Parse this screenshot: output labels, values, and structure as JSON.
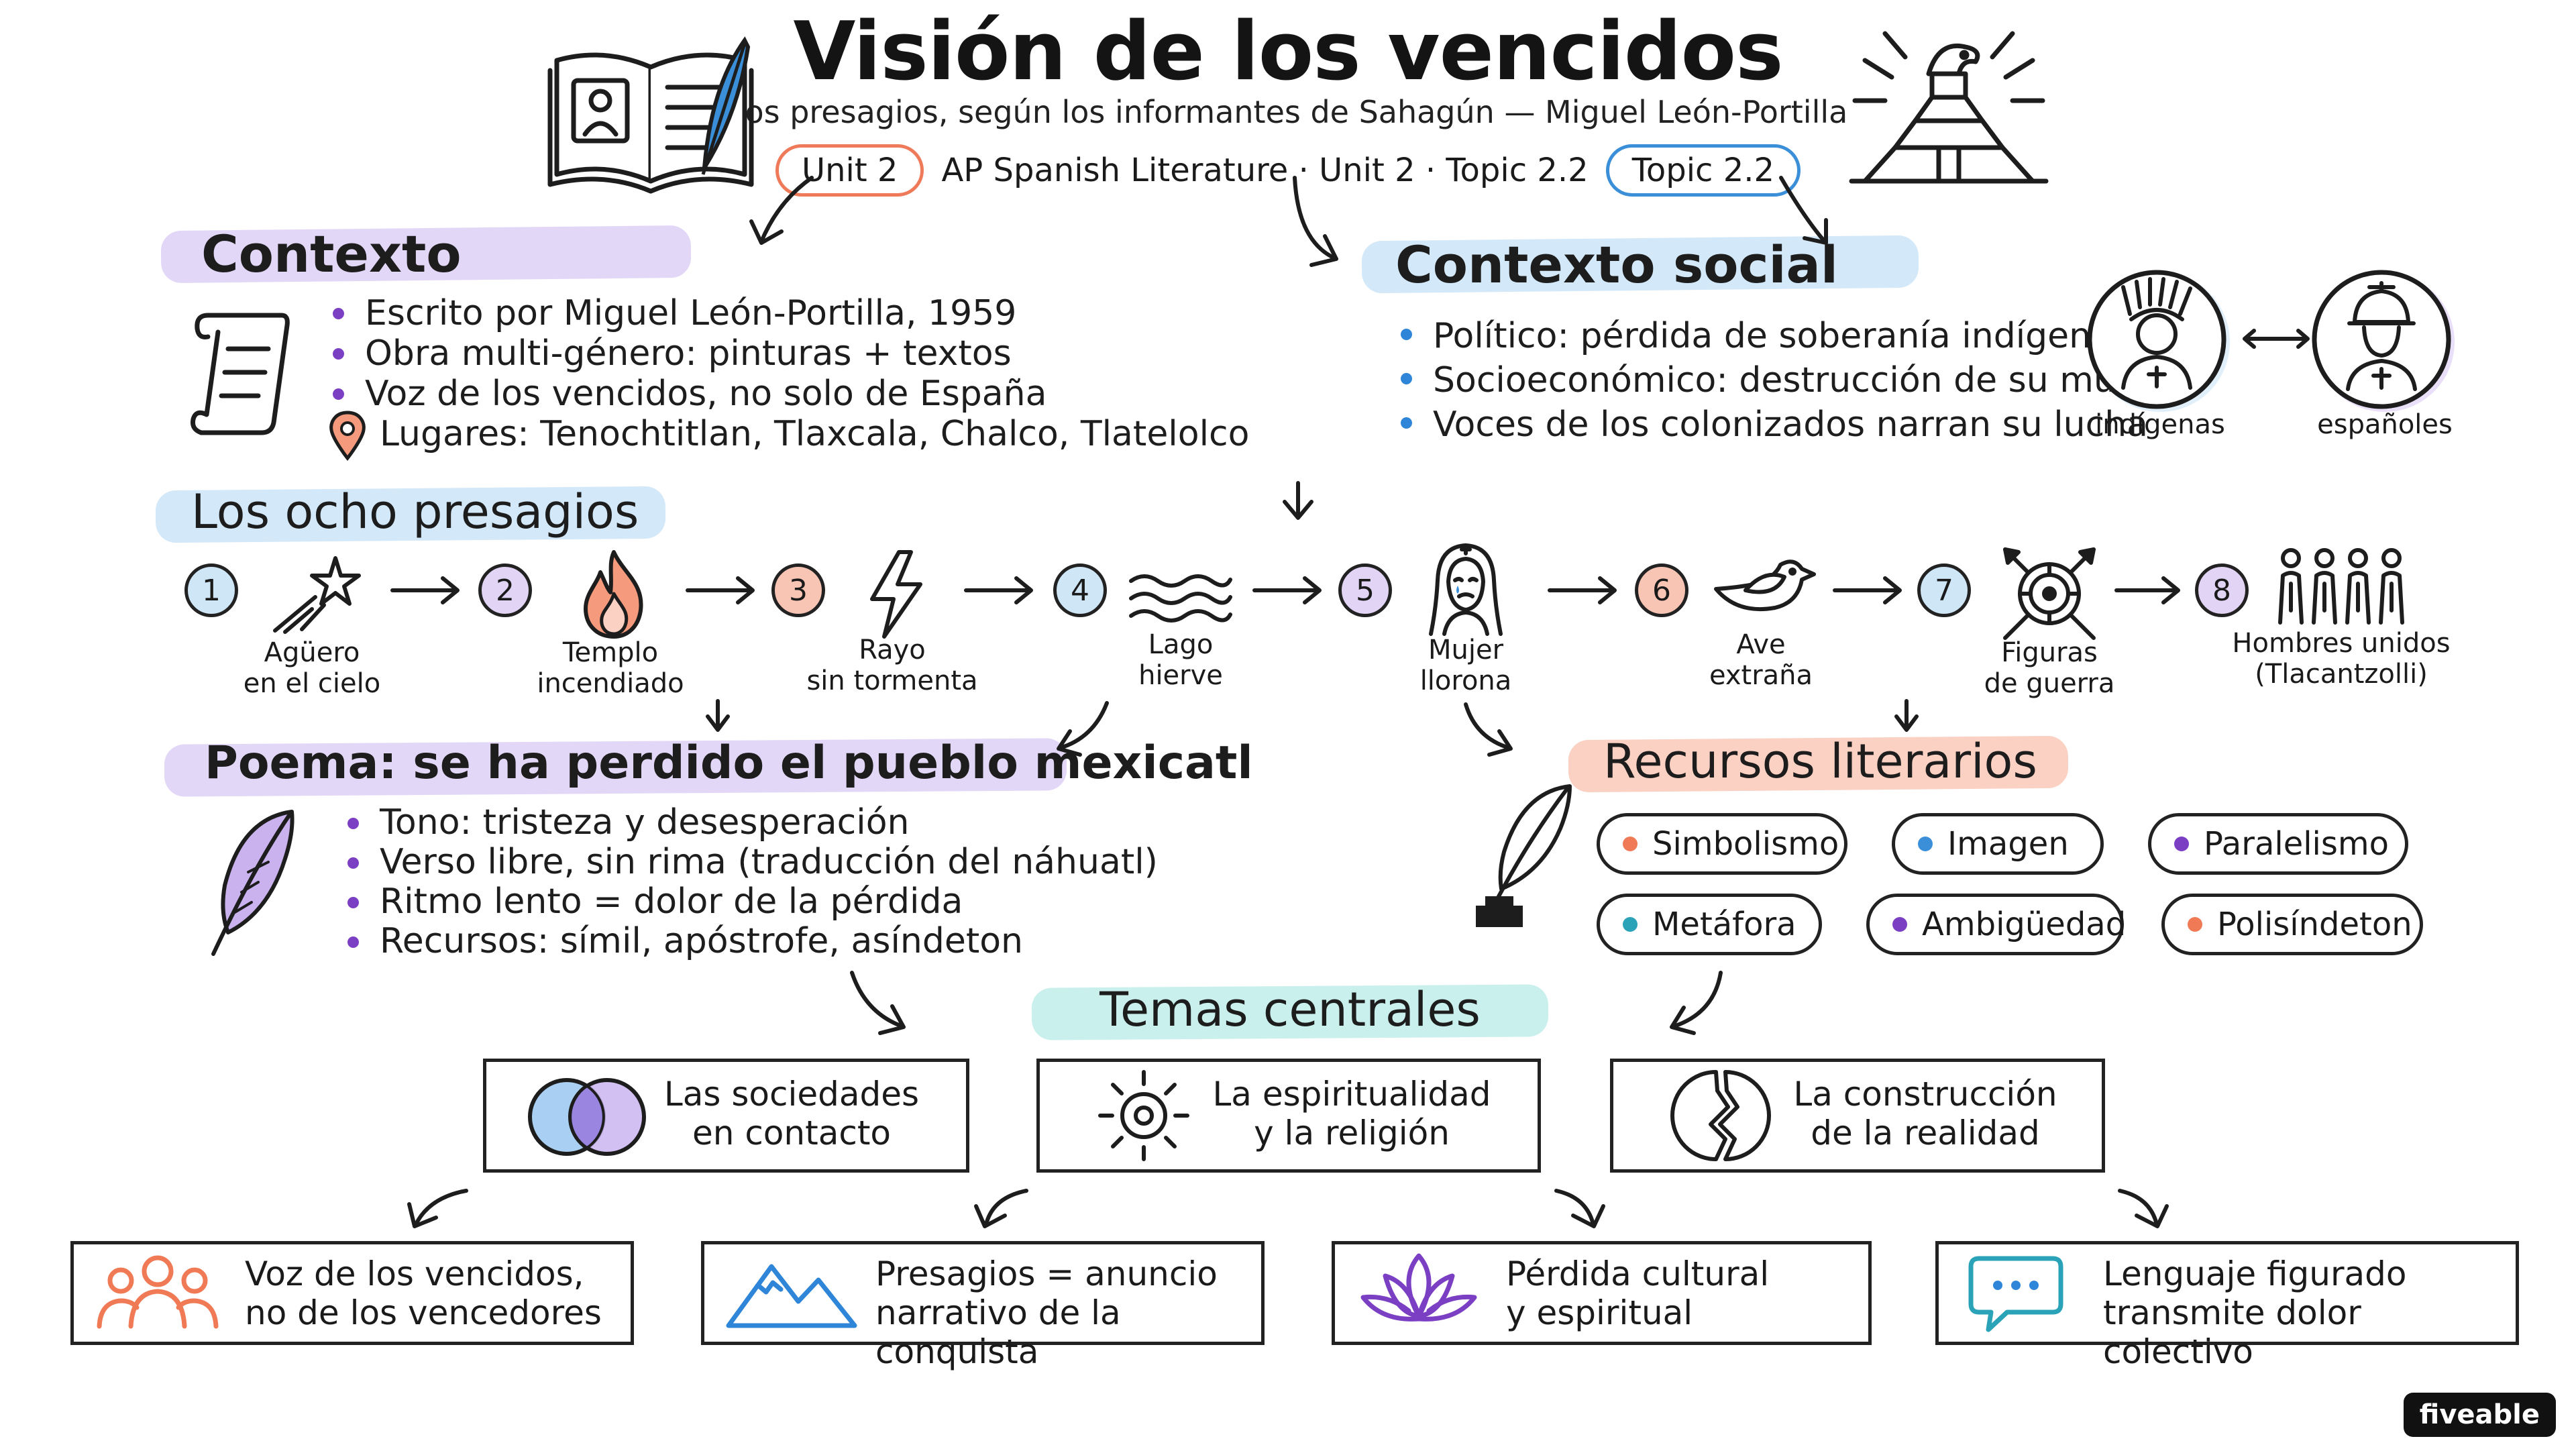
{
  "header": {
    "title": "Visión de los vencidos",
    "subtitle": "Los presagios, según los informantes de Sahagún — Miguel León-Portilla",
    "unit_tag": "Unit 2",
    "course_line": "AP Spanish Literature · Unit 2 · Topic 2.2",
    "topic_tag": "Topic 2.2"
  },
  "contexto": {
    "heading": "Contexto",
    "items": [
      "Escrito por Miguel León-Portilla, 1959",
      "Obra multi-género: pinturas + textos",
      "Voz de los vencidos, no solo de España"
    ],
    "places": "Lugares: Tenochtitlan, Tlaxcala, Chalco, Tlatelolco"
  },
  "contexto_social": {
    "heading": "Contexto social",
    "items": [
      "Político: pérdida de soberanía indígena",
      "Socioeconómico: destrucción de su mundo",
      "Voces de los colonizados narran su lucha"
    ],
    "label_left": "indígenas",
    "label_right": "españoles"
  },
  "presagios": {
    "heading": "Los ocho presagios",
    "omens": [
      {
        "num": "1",
        "label_1": "Agüero",
        "label_2": "en el cielo",
        "color": "#cfe6f7"
      },
      {
        "num": "2",
        "label_1": "Templo",
        "label_2": "incendiado",
        "color": "#e2d4f5"
      },
      {
        "num": "3",
        "label_1": "Rayo",
        "label_2": "sin tormenta",
        "color": "#f8c4b4"
      },
      {
        "num": "4",
        "label_1": "Lago",
        "label_2": "hierve",
        "color": "#cfe6f7"
      },
      {
        "num": "5",
        "label_1": "Mujer",
        "label_2": "llorona",
        "color": "#e2d4f5"
      },
      {
        "num": "6",
        "label_1": "Ave",
        "label_2": "extraña",
        "color": "#f8c4b4"
      },
      {
        "num": "7",
        "label_1": "Figuras",
        "label_2": "de guerra",
        "color": "#cfe6f7"
      },
      {
        "num": "8",
        "label_1": "Hombres unidos",
        "label_2": "(Tlacantzolli)",
        "color": "#e2d4f5"
      }
    ]
  },
  "poema": {
    "heading": "Poema: se ha perdido el pueblo mexicatl",
    "items": [
      "Tono: tristeza y desesperación",
      "Verso libre, sin rima (traducción del náhuatl)",
      "Ritmo lento = dolor de la pérdida",
      "Recursos: símil, apóstrofe, asíndeton"
    ]
  },
  "recursos": {
    "heading": "Recursos literarios",
    "items": [
      {
        "label": "Simbolismo",
        "color": "#f07a55"
      },
      {
        "label": "Imagen",
        "color": "#3a8fd8"
      },
      {
        "label": "Paralelismo",
        "color": "#7b3fc4"
      },
      {
        "label": "Metáfora",
        "color": "#2aa3b8"
      },
      {
        "label": "Ambigüedad",
        "color": "#7b3fc4"
      },
      {
        "label": "Polisíndeton",
        "color": "#f07a55"
      }
    ]
  },
  "temas": {
    "heading": "Temas centrales",
    "boxes": [
      {
        "line1": "Las sociedades",
        "line2": "en contacto"
      },
      {
        "line1": "La espiritualidad",
        "line2": "y la religión"
      },
      {
        "line1": "La construcción",
        "line2": "de la realidad"
      }
    ]
  },
  "conclusiones": [
    {
      "line1": "Voz de los vencidos,",
      "line2": "no de los vencedores"
    },
    {
      "line1": "Presagios = anuncio",
      "line2": "narrativo de la conquista"
    },
    {
      "line1": "Pérdida cultural",
      "line2": "y espiritual"
    },
    {
      "line1": "Lenguaje figurado",
      "line2": "transmite dolor colectivo"
    }
  ],
  "brand": "fiveable",
  "colors": {
    "purple_highlight": "#e3d7f7",
    "blue_highlight": "#d3e8f8",
    "salmon_highlight": "#fbd1c4",
    "teal_highlight": "#c9f0ec",
    "unit_pill": "#ef7a5a",
    "topic_pill": "#3a8fd8"
  }
}
